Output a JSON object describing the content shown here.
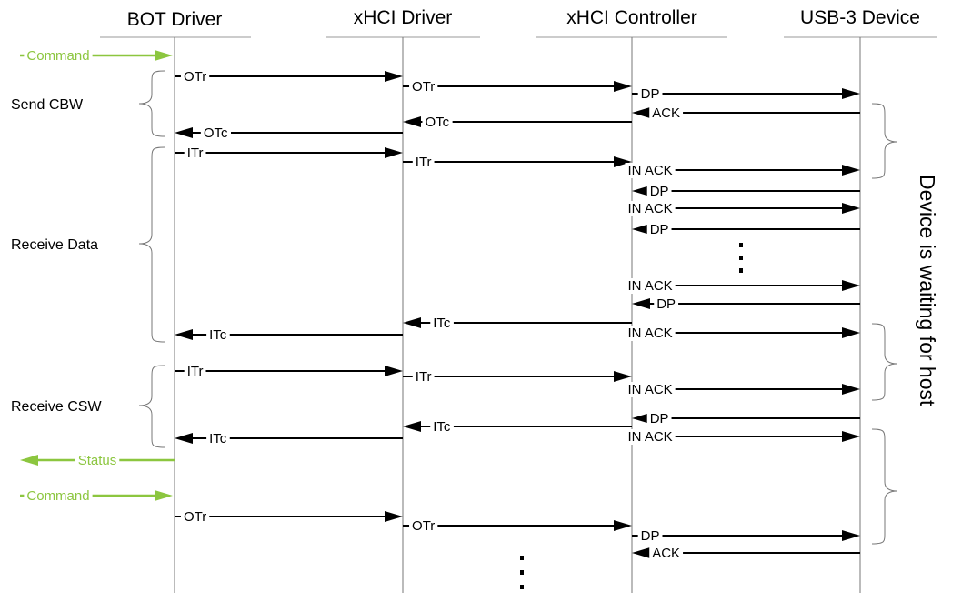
{
  "colors": {
    "line": "#000000",
    "lifeline": "#777777",
    "external": "#8cc63f",
    "background": "#ffffff"
  },
  "lifelines": [
    {
      "id": "bot",
      "label": "BOT Driver"
    },
    {
      "id": "xhci_drv",
      "label": "xHCI Driver"
    },
    {
      "id": "xhci_ctrl",
      "label": "xHCI Controller"
    },
    {
      "id": "dev",
      "label": "USB-3 Device"
    }
  ],
  "phases": [
    {
      "label": "Send CBW"
    },
    {
      "label": "Receive Data"
    },
    {
      "label": "Receive CSW"
    }
  ],
  "side_note": "Device is waiting for host",
  "messages": [
    {
      "label": "Command",
      "from": "left_edge",
      "to": "bot",
      "external": true
    },
    {
      "label": "OTr",
      "from": "bot",
      "to": "xhci_drv"
    },
    {
      "label": "OTr",
      "from": "xhci_drv",
      "to": "xhci_ctrl"
    },
    {
      "label": "DP",
      "from": "xhci_ctrl",
      "to": "dev"
    },
    {
      "label": "ACK",
      "from": "dev",
      "to": "xhci_ctrl"
    },
    {
      "label": "OTc",
      "from": "xhci_ctrl",
      "to": "xhci_drv"
    },
    {
      "label": "OTc",
      "from": "xhci_drv",
      "to": "bot"
    },
    {
      "label": "ITr",
      "from": "bot",
      "to": "xhci_drv"
    },
    {
      "label": "ITr",
      "from": "xhci_drv",
      "to": "xhci_ctrl"
    },
    {
      "label": "IN ACK",
      "from": "xhci_ctrl",
      "to": "dev"
    },
    {
      "label": "DP",
      "from": "dev",
      "to": "xhci_ctrl"
    },
    {
      "label": "IN ACK",
      "from": "xhci_ctrl",
      "to": "dev"
    },
    {
      "label": "DP",
      "from": "dev",
      "to": "xhci_ctrl"
    },
    {
      "label": "IN ACK",
      "from": "xhci_ctrl",
      "to": "dev"
    },
    {
      "label": "DP",
      "from": "dev",
      "to": "xhci_ctrl"
    },
    {
      "label": "ITc",
      "from": "xhci_ctrl",
      "to": "xhci_drv"
    },
    {
      "label": "IN ACK",
      "from": "xhci_ctrl",
      "to": "dev"
    },
    {
      "label": "ITc",
      "from": "xhci_drv",
      "to": "bot"
    },
    {
      "label": "ITr",
      "from": "bot",
      "to": "xhci_drv"
    },
    {
      "label": "ITr",
      "from": "xhci_drv",
      "to": "xhci_ctrl"
    },
    {
      "label": "IN ACK",
      "from": "xhci_ctrl",
      "to": "dev"
    },
    {
      "label": "DP",
      "from": "dev",
      "to": "xhci_ctrl"
    },
    {
      "label": "ITc",
      "from": "xhci_ctrl",
      "to": "xhci_drv"
    },
    {
      "label": "IN ACK",
      "from": "xhci_ctrl",
      "to": "dev"
    },
    {
      "label": "ITc",
      "from": "xhci_drv",
      "to": "bot"
    },
    {
      "label": "Status",
      "from": "bot",
      "to": "left_edge",
      "external": true
    },
    {
      "label": "Command",
      "from": "left_edge",
      "to": "bot",
      "external": true
    },
    {
      "label": "OTr",
      "from": "bot",
      "to": "xhci_drv"
    },
    {
      "label": "OTr",
      "from": "xhci_drv",
      "to": "xhci_ctrl"
    },
    {
      "label": "DP",
      "from": "xhci_ctrl",
      "to": "dev"
    },
    {
      "label": "ACK",
      "from": "dev",
      "to": "xhci_ctrl"
    }
  ]
}
